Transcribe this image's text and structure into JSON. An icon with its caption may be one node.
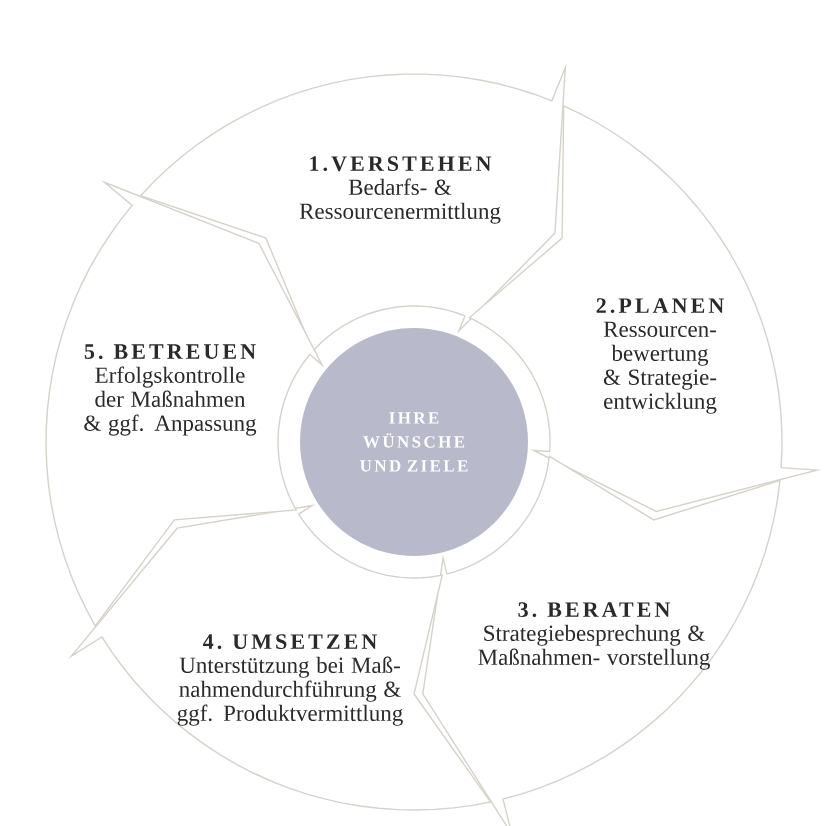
{
  "diagram": {
    "nodes": [
      {
        "text": [
          "1.VERSTEHEN",
          "Bedarfs- & Ressourcenermittlung"
        ]
      },
      {
        "text": [
          "2.PLANEN",
          "Ressourcen- bewertung & Strategie- entwicklung"
        ]
      },
      {
        "text": [
          "3. BERATEN",
          "Strategiebesprechung & Maßnahmen- vorstellung"
        ]
      },
      {
        "text": [
          "4. UMSETZEN",
          "Unterstützung bei Maß- nahmendurchführung & ggf. Produktvermittlung"
        ]
      },
      {
        "text": [
          "5. BETREUEN",
          "Erfolgskontrolle der Maßnahmen & ggf. Anpassung"
        ]
      },
      {
        "text": [
          "IHRE WÜNSCHE UND ZIELE"
        ]
      }
    ]
  }
}
